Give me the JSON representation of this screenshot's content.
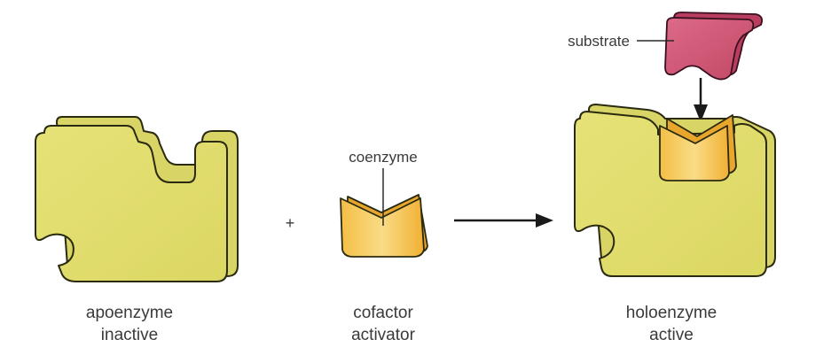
{
  "apoenzyme": {
    "name": "apoenzyme",
    "state": "inactive"
  },
  "cofactor": {
    "name": "cofactor",
    "role": "activator",
    "label": "coenzyme"
  },
  "holoenzyme": {
    "name": "holoenzyme",
    "state": "active"
  },
  "substrate": {
    "label": "substrate"
  },
  "plus_sign": "+",
  "colors": {
    "enzyme_fill": "#e3df73",
    "enzyme_back": "#d9d466",
    "enzyme_stroke": "#2a2a10",
    "cofactor_fill": "#f3b53a",
    "cofactor_light": "#f8d77c",
    "substrate_fill": "#cf5473",
    "substrate_back": "#b83d5e",
    "arrow": "#1a1a1a"
  }
}
